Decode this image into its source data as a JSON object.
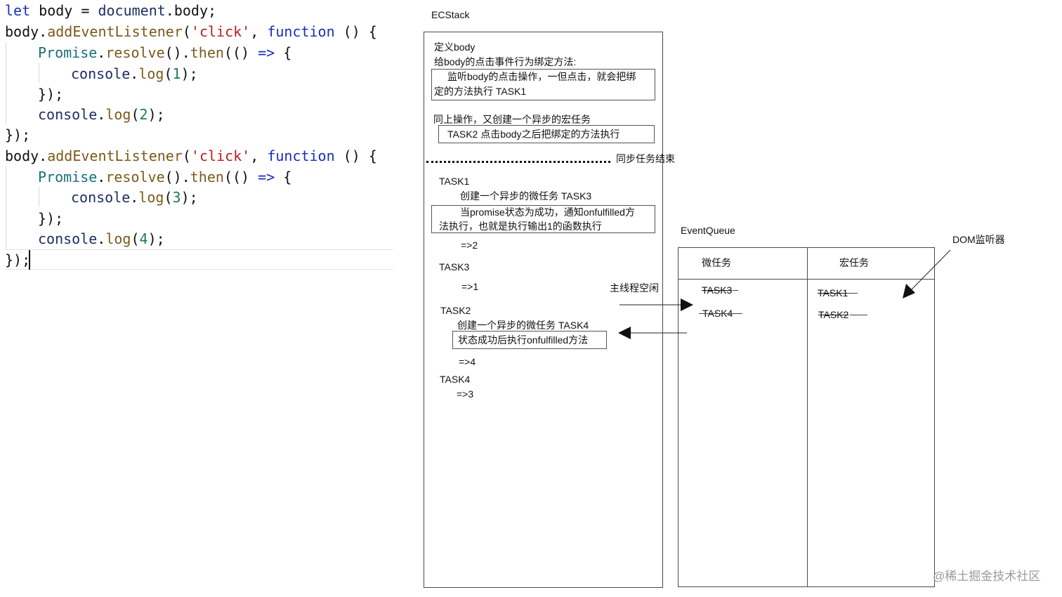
{
  "code": {
    "line1": {
      "kw": "let",
      "v": " body ",
      "op": "= ",
      "obj": "document",
      "rest": ".body;"
    },
    "line2": {
      "a": "body.",
      "fn": "addEventListener",
      "p": "(",
      "str": "'click'",
      "c": ", ",
      "kw": "function",
      "rest": " () {"
    },
    "line3": {
      "cls": "Promise",
      "d": ".",
      "fn1": "resolve",
      "m": "().",
      "fn2": "then",
      "m2": "(() ",
      "kw": "=>",
      "rest": " {"
    },
    "line4": {
      "obj": "console",
      "d": ".",
      "fn": "log",
      "p": "(",
      "num": "1",
      "rest": ");"
    },
    "line5": {
      "t": "});"
    },
    "line6": {
      "obj": "console",
      "d": ".",
      "fn": "log",
      "p": "(",
      "num": "2",
      "rest": ");"
    },
    "line7": {
      "t": "});"
    },
    "line8": {
      "a": "body.",
      "fn": "addEventListener",
      "p": "(",
      "str": "'click'",
      "c": ", ",
      "kw": "function",
      "rest": " () {"
    },
    "line9": {
      "cls": "Promise",
      "d": ".",
      "fn1": "resolve",
      "m": "().",
      "fn2": "then",
      "m2": "(() ",
      "kw": "=>",
      "rest": " {"
    },
    "line10": {
      "obj": "console",
      "d": ".",
      "fn": "log",
      "p": "(",
      "num": "3",
      "rest": ");"
    },
    "line11": {
      "t": "});"
    },
    "line12": {
      "obj": "console",
      "d": ".",
      "fn": "log",
      "p": "(",
      "num": "4",
      "rest": ");"
    },
    "line13": {
      "t": "});"
    }
  },
  "ecstack": {
    "title": "ECStack",
    "define_body": "定义body",
    "bind_desc": "给body的点击事件行为绑定方法:",
    "box1_line1": "监听body的点击操作，一但点击，就会把绑",
    "box1_line2": "定的方法执行     TASK1",
    "same_op": "同上操作，又创建一个异步的宏任务",
    "box2": "TASK2   点击body之后把绑定的方法执行",
    "sync_end": "同步任务结束",
    "task1": "TASK1",
    "task1_micro": "创建一个异步的微任务   TASK3",
    "box3_line1": "当promise状态为成功，通知onfulfilled方",
    "box3_line2": "法执行，也就是执行输出1的函数执行",
    "out2": "=>2",
    "task3": "TASK3",
    "out1": "=>1",
    "task2": "TASK2",
    "task2_micro": "创建一个异步的微任务   TASK4",
    "box4": "状态成功后执行onfulfilled方法",
    "out4": "=>4",
    "task4": "TASK4",
    "out3": "=>3",
    "main_idle": "主线程空闲"
  },
  "event_queue": {
    "title": "EventQueue",
    "micro_header": "微任务",
    "macro_header": "宏任务",
    "micro_items": [
      "TASK3",
      "TASK4"
    ],
    "macro_items": [
      "TASK1",
      "TASK2"
    ],
    "dom_listener": "DOM监听器"
  },
  "watermark": "@稀土掘金技术社区"
}
